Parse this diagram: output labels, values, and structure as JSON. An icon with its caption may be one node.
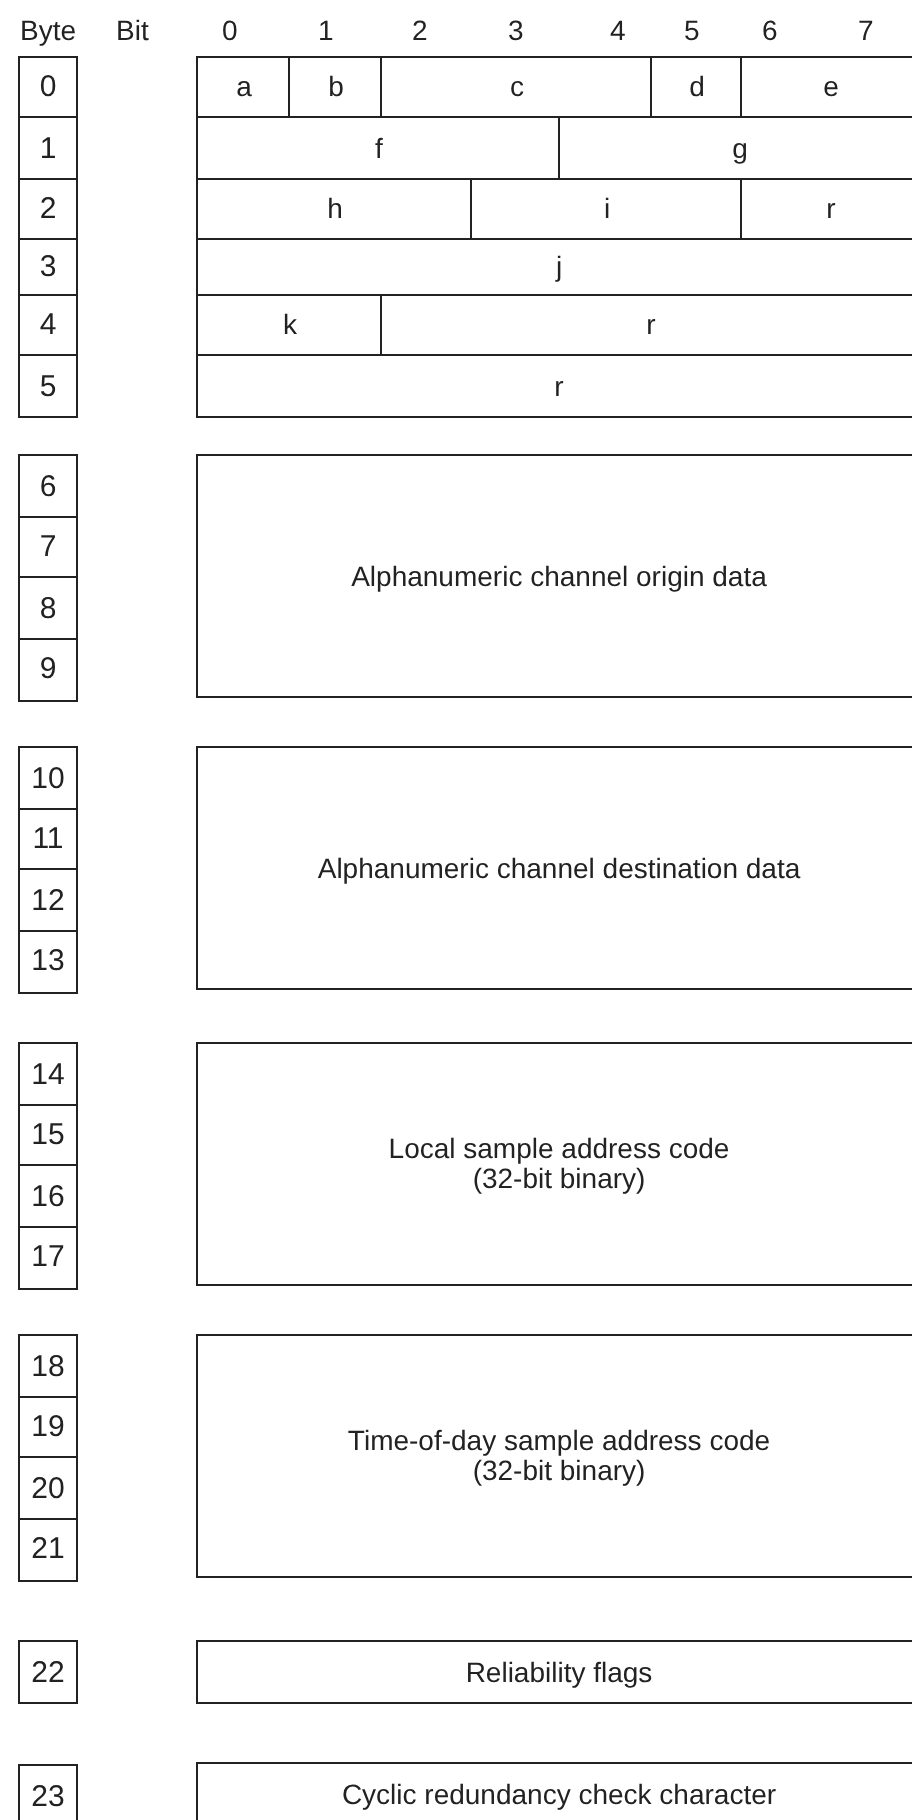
{
  "diagram": {
    "nodes": [
      {
        "text": [
          "0"
        ]
      },
      {
        "text": [
          "a"
        ]
      },
      {
        "text": [
          "b"
        ]
      },
      {
        "text": [
          "c"
        ]
      },
      {
        "text": [
          "d"
        ]
      },
      {
        "text": [
          "e"
        ]
      },
      {
        "text": [
          "1"
        ]
      },
      {
        "text": [
          "f"
        ]
      },
      {
        "text": [
          "g"
        ]
      },
      {
        "text": [
          "2"
        ]
      },
      {
        "text": [
          "h"
        ]
      },
      {
        "text": [
          "i"
        ]
      },
      {
        "text": [
          "r"
        ]
      },
      {
        "text": [
          "3"
        ]
      },
      {
        "text": [
          "j"
        ]
      },
      {
        "text": [
          "4"
        ]
      },
      {
        "text": [
          "k"
        ]
      },
      {
        "text": [
          "r"
        ]
      },
      {
        "text": [
          "5"
        ]
      },
      {
        "text": [
          "r"
        ]
      },
      {
        "text": [
          "6"
        ]
      },
      {
        "text": [
          "7"
        ]
      },
      {
        "text": [
          "8"
        ]
      },
      {
        "text": [
          "9"
        ]
      },
      {
        "text": [
          "Alphanumeric channel origin data"
        ]
      },
      {
        "text": [
          "10"
        ]
      },
      {
        "text": [
          "11"
        ]
      },
      {
        "text": [
          "12"
        ]
      },
      {
        "text": [
          "13"
        ]
      },
      {
        "text": [
          "Alphanumeric channel destination data"
        ]
      },
      {
        "text": [
          "14"
        ]
      },
      {
        "text": [
          "15"
        ]
      },
      {
        "text": [
          "16"
        ]
      },
      {
        "text": [
          "17"
        ]
      },
      {
        "text": [
          "Local sample address code",
          "(32-bit binary)"
        ]
      },
      {
        "text": [
          "18"
        ]
      },
      {
        "text": [
          "19"
        ]
      },
      {
        "text": [
          "20"
        ]
      },
      {
        "text": [
          "21"
        ]
      },
      {
        "text": [
          "Time-of-day sample address code",
          "(32-bit binary)"
        ]
      },
      {
        "text": [
          "22"
        ]
      },
      {
        "text": [
          "Reliability flags"
        ]
      },
      {
        "text": [
          "23"
        ]
      },
      {
        "text": [
          "Cyclic redundancy check character"
        ]
      }
    ],
    "labels": [
      "Byte",
      "Bit",
      "0",
      "1",
      "2",
      "3",
      "4",
      "5",
      "6",
      "7"
    ]
  }
}
